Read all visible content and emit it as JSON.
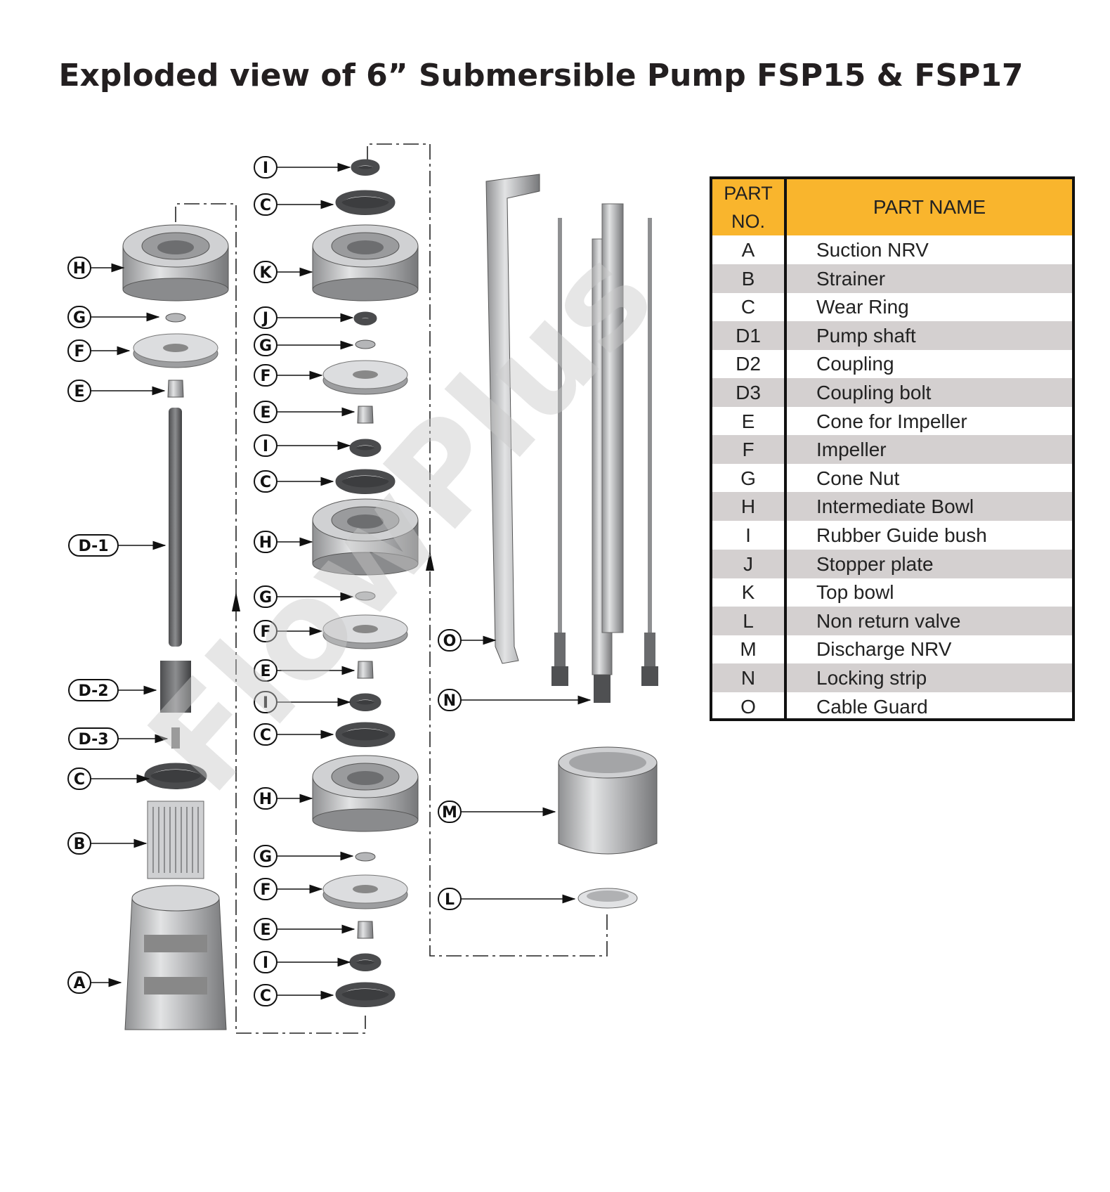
{
  "title": "Exploded view of 6” Submersible Pump FSP15 & FSP17",
  "watermark": "FlowPlus",
  "callouts": {
    "col1": [
      "H",
      "G",
      "F",
      "E",
      "D-1",
      "D-2",
      "D-3",
      "C",
      "B",
      "A"
    ],
    "col2": [
      "I",
      "C",
      "K",
      "J",
      "G",
      "F",
      "E",
      "I",
      "C",
      "H",
      "G",
      "F",
      "E",
      "I",
      "C",
      "H",
      "G",
      "F",
      "E",
      "I",
      "C"
    ],
    "col3": [
      "O",
      "N",
      "M",
      "L"
    ]
  },
  "table": {
    "header_no": "PART NO.",
    "header_name": "PART NAME",
    "header_color": "#f9b52d",
    "rows": [
      {
        "no": "A",
        "name": "Suction NRV"
      },
      {
        "no": "B",
        "name": "Strainer"
      },
      {
        "no": "C",
        "name": "Wear Ring"
      },
      {
        "no": "D1",
        "name": "Pump shaft"
      },
      {
        "no": "D2",
        "name": "Coupling"
      },
      {
        "no": "D3",
        "name": "Coupling bolt"
      },
      {
        "no": "E",
        "name": "Cone for Impeller"
      },
      {
        "no": "F",
        "name": "Impeller"
      },
      {
        "no": "G",
        "name": "Cone Nut"
      },
      {
        "no": "H",
        "name": "Intermediate Bowl"
      },
      {
        "no": "I",
        "name": "Rubber Guide bush"
      },
      {
        "no": "J",
        "name": "Stopper plate"
      },
      {
        "no": "K",
        "name": "Top bowl"
      },
      {
        "no": "L",
        "name": "Non return valve"
      },
      {
        "no": "M",
        "name": "Discharge NRV"
      },
      {
        "no": "N",
        "name": "Locking strip"
      },
      {
        "no": "O",
        "name": "Cable Guard"
      }
    ]
  }
}
